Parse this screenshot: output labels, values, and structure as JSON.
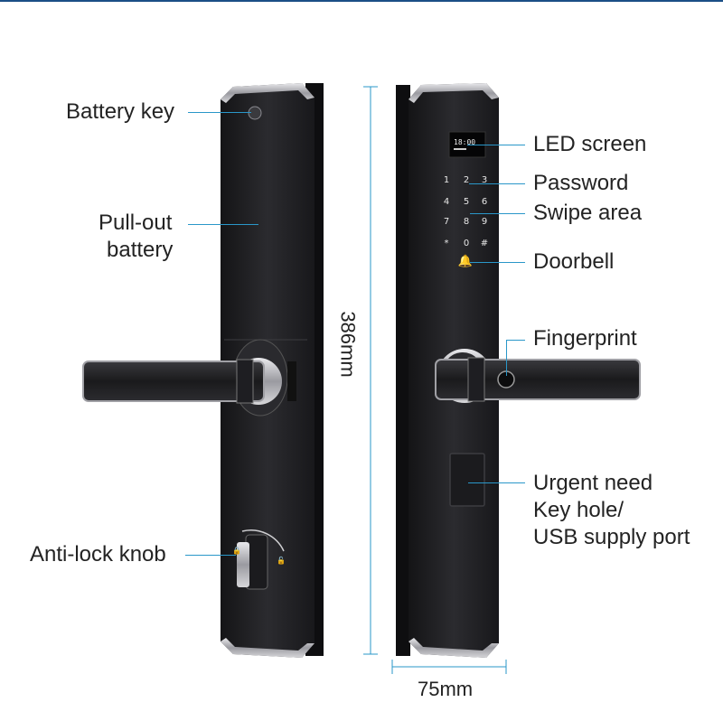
{
  "labels": {
    "battery_key": "Battery key",
    "pull_out_1": "Pull-out",
    "pull_out_2": "battery",
    "anti_lock": "Anti-lock knob",
    "led_screen": "LED screen",
    "password": "Password",
    "swipe_area": "Swipe area",
    "doorbell": "Doorbell",
    "fingerprint": "Fingerprint",
    "urgent_1": "Urgent need",
    "urgent_2": "Key hole/",
    "urgent_3": "USB supply port"
  },
  "dimensions": {
    "height": "386mm",
    "width": "75mm"
  },
  "screen": {
    "time": "18:00"
  },
  "keypad": [
    "1",
    "2",
    "3",
    "4",
    "5",
    "6",
    "7",
    "8",
    "9",
    "*",
    "0",
    "#"
  ],
  "colors": {
    "leader": "#2a97c9",
    "body": "#1d1d20",
    "metal": "#b9b9bd"
  }
}
